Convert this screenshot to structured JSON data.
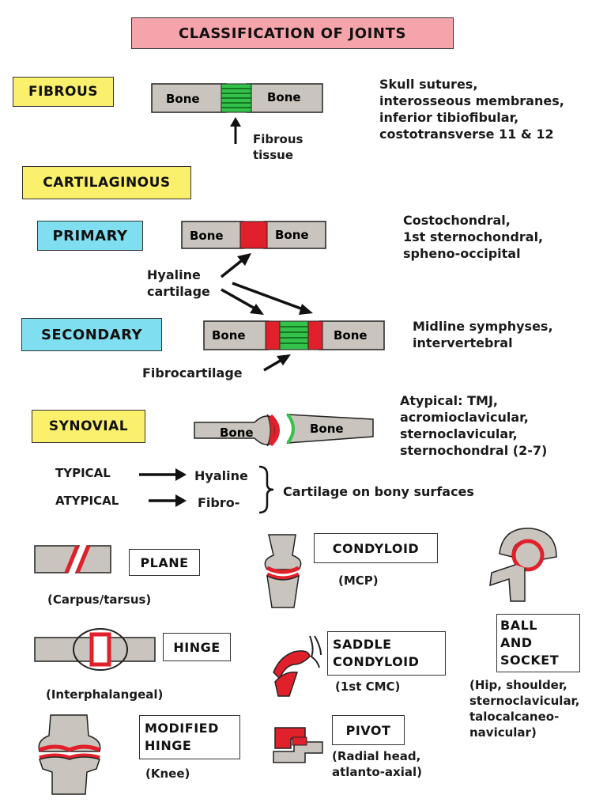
{
  "title": "CLASSIFICATION OF JOINTS",
  "fibrous": {
    "label": "FIBROUS",
    "bone_left": "Bone",
    "bone_right": "Bone",
    "tissue_label": "Fibrous\ntissue",
    "examples": "Skull sutures,\ninterosseous membranes,\ninferior tibiofibular,\ncostotransverse 11 & 12"
  },
  "cartilaginous": {
    "label": "CARTILAGINOUS",
    "primary": {
      "label": "PRIMARY",
      "bone_left": "Bone",
      "bone_right": "Bone",
      "examples": "Costochondral,\n1st sternochondral,\nspheno-occipital"
    },
    "hyaline_label": "Hyaline\ncartilage",
    "secondary": {
      "label": "SECONDARY",
      "bone_left": "Bone",
      "bone_right": "Bone",
      "examples": "Midline symphyses,\nintervertebral"
    },
    "fibrocartilage_label": "Fibrocartilage"
  },
  "synovial": {
    "label": "SYNOVIAL",
    "bone_left": "Bone",
    "bone_right": "Bone",
    "examples": "Atypical: TMJ,\nacromioclavicular,\nsternoclavicular,\nsternochondral (2-7)",
    "typical_label": "TYPICAL",
    "typical_value": "Hyaline",
    "atypical_label": "ATYPICAL",
    "atypical_value": "Fibro-",
    "cartilage_note": "Cartilage on bony surfaces"
  },
  "types": {
    "plane": {
      "label": "PLANE",
      "example": "(Carpus/tarsus)"
    },
    "condyloid": {
      "label": "CONDYLOID",
      "example": "(MCP)"
    },
    "ball_socket": {
      "label": "BALL\nAND\nSOCKET",
      "example": "(Hip, shoulder,\nsternoclavicular,\ntalocalcaneo-\nnavicular)"
    },
    "hinge": {
      "label": "HINGE",
      "example": "(Interphalangeal)"
    },
    "saddle": {
      "label": "SADDLE\nCONDYLOID",
      "example": "(1st CMC)"
    },
    "modified_hinge": {
      "label": "MODIFIED\nHINGE",
      "example": "(Knee)"
    },
    "pivot": {
      "label": "PIVOT",
      "example": "(Radial head,\natlanto-axial)"
    }
  },
  "colors": {
    "bone": "#c9c4bd",
    "fibrous": "#35c24a",
    "hyaline": "#e0202a",
    "label_yellow": "#fbf06c",
    "label_cyan": "#7fdff0",
    "title_pink": "#f6a4ac"
  }
}
